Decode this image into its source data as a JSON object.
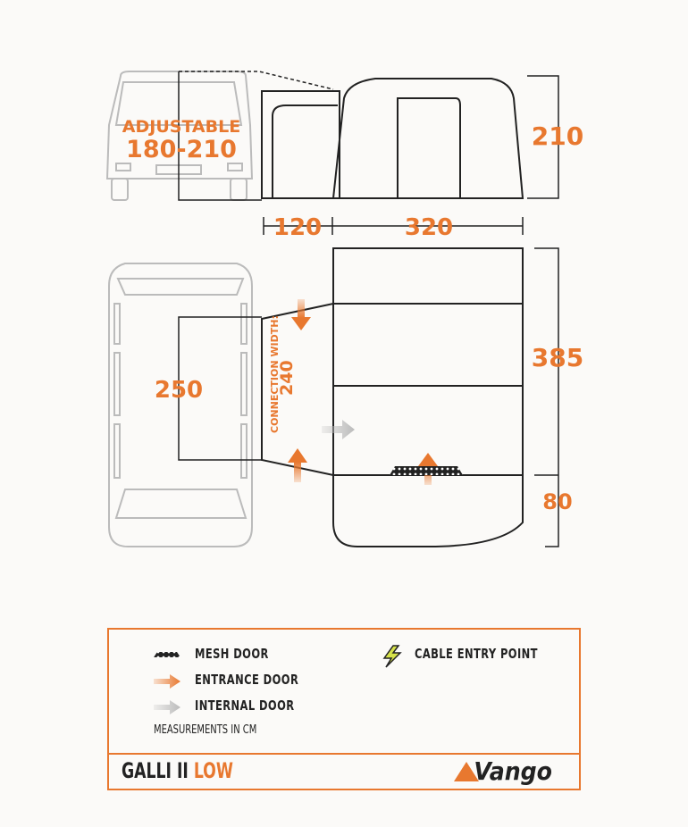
{
  "side_view": {
    "adjustable_label": "ADJUSTABLE",
    "adjustable_range": "180-210",
    "height": "210",
    "annex_length": "120",
    "tent_length": "320"
  },
  "plan_view": {
    "connection_label": "CONNECTION WIDTH:",
    "connection_width": "240",
    "van_height": "250",
    "depth": "385",
    "porch_depth": "80"
  },
  "legend": {
    "items": [
      {
        "icon": "mesh-door-icon",
        "label": "MESH DOOR"
      },
      {
        "icon": "entrance-arrow-icon",
        "label": "ENTRANCE DOOR"
      },
      {
        "icon": "internal-arrow-icon",
        "label": "INTERNAL DOOR"
      },
      {
        "icon": "lightning-icon",
        "label": "CABLE ENTRY POINT"
      }
    ],
    "note": "MEASUREMENTS IN CM"
  },
  "product": {
    "name": "GALLI II",
    "variant": "LOW"
  },
  "brand": "Vango",
  "colors": {
    "accent": "#e8782f",
    "line": "#222222",
    "van": "#bbbbbb"
  }
}
